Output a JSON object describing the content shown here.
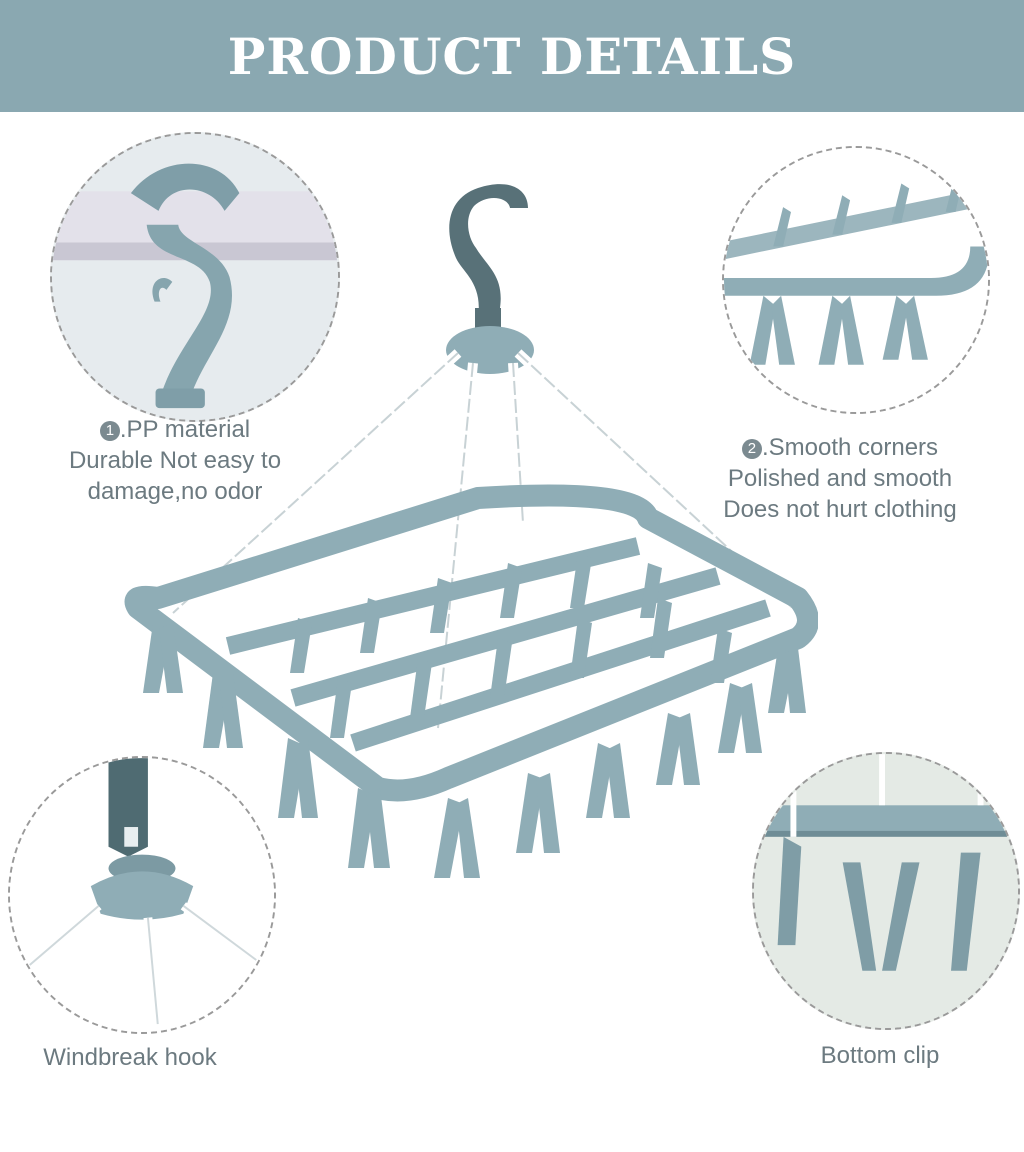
{
  "banner": {
    "title": "PRODUCT DETAILS",
    "color": "#8aa8b1"
  },
  "features": [
    {
      "number": "1",
      "lines": [
        ".PP material",
        "Durable Not easy to",
        "damage,no odor"
      ]
    },
    {
      "number": "2",
      "lines": [
        ".Smooth corners",
        "Polished and smooth",
        "Does not hurt clothing"
      ]
    },
    {
      "lines": [
        "Windbreak hook"
      ]
    },
    {
      "lines": [
        "Bottom clip"
      ]
    }
  ],
  "colors": {
    "plastic": "#8fadb6",
    "text": "#6c7a80",
    "chain": "#ffffff"
  }
}
